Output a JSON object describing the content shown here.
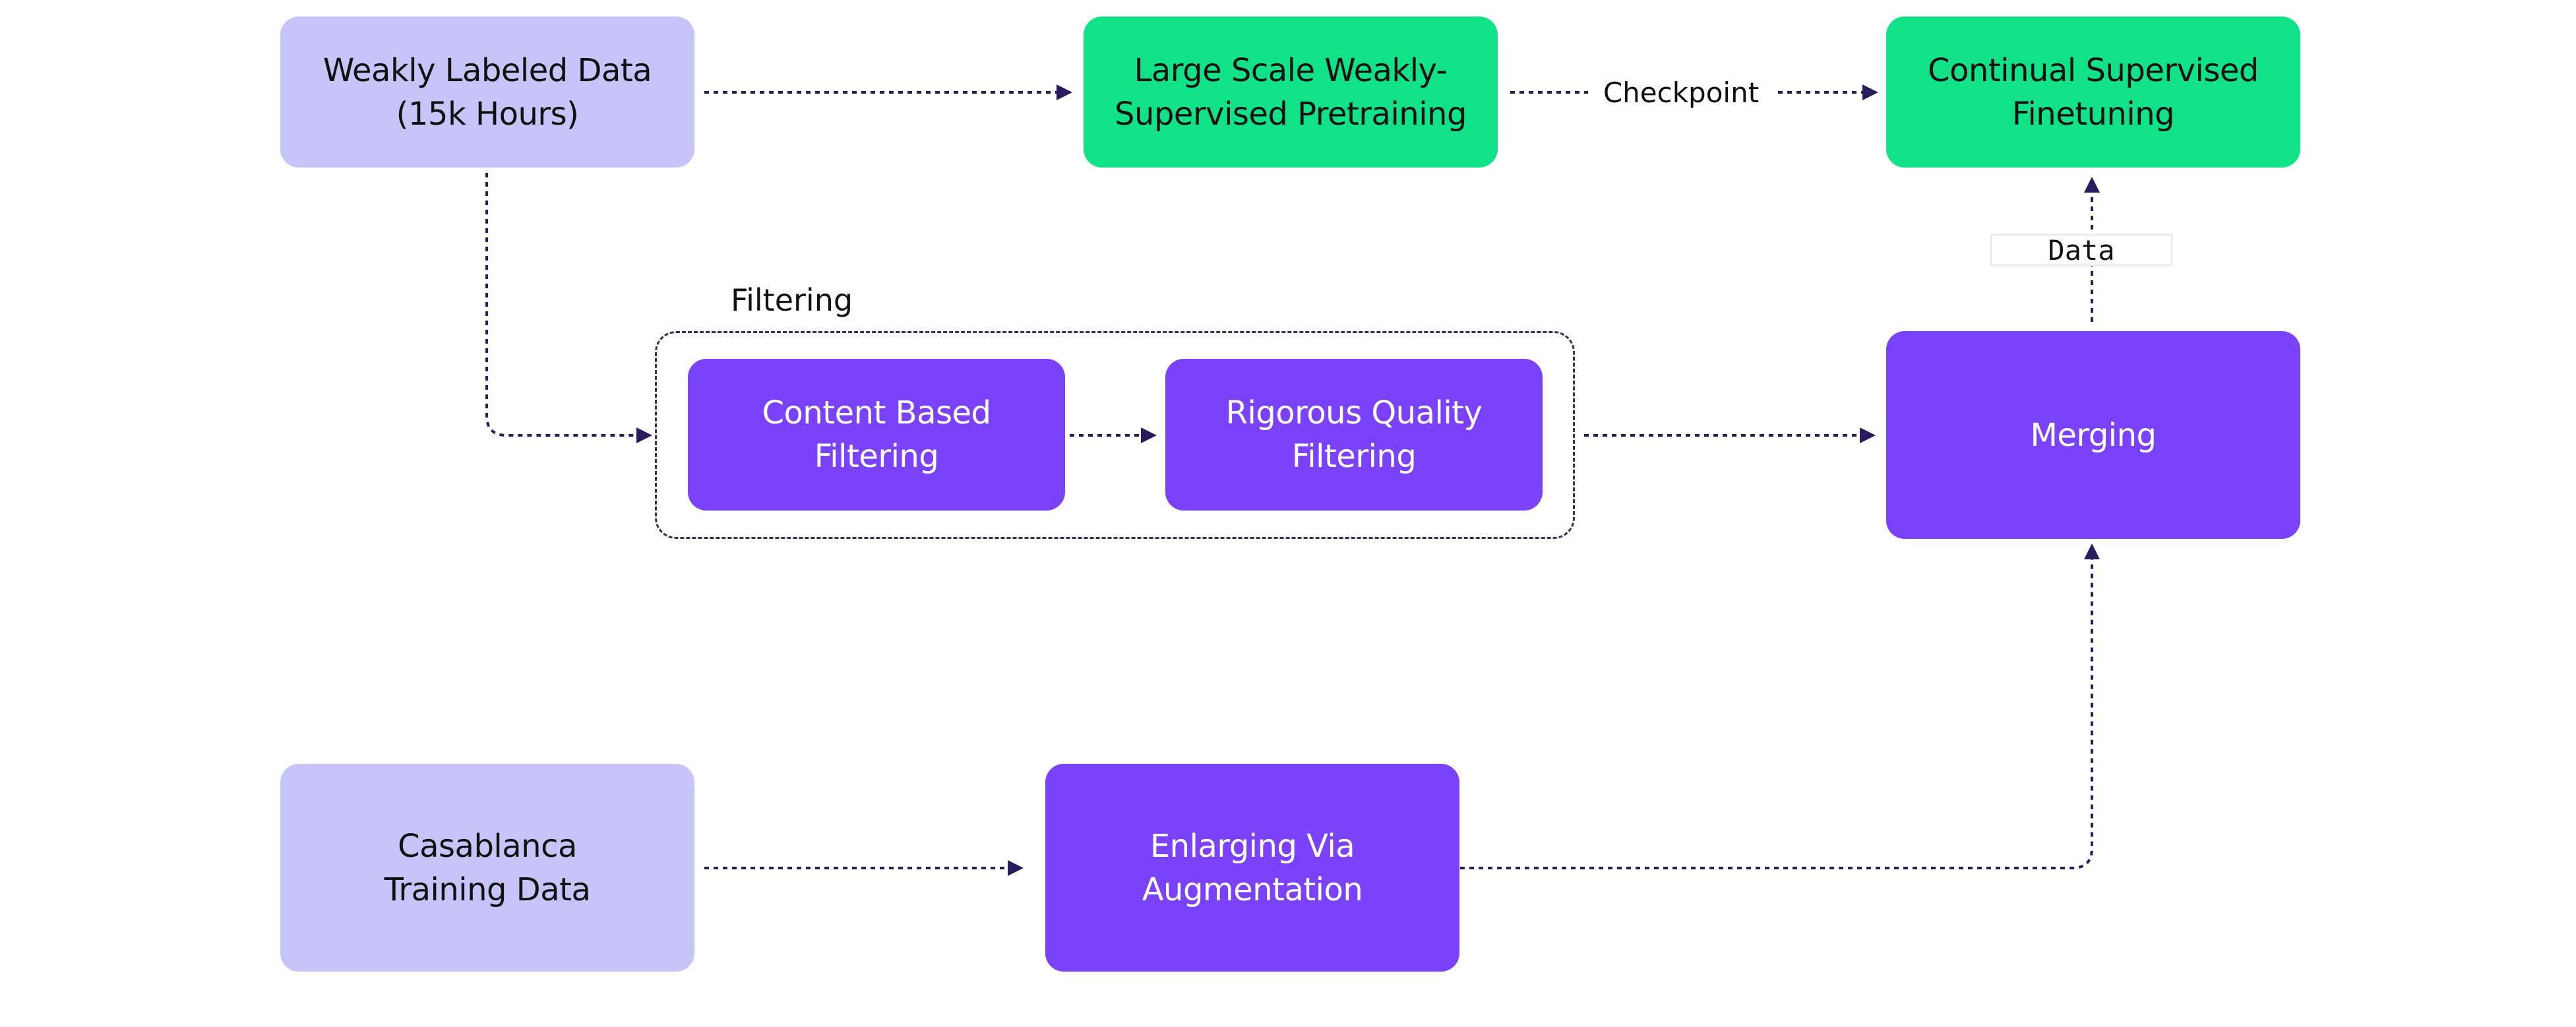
{
  "nodes": {
    "weakly_labeled": "Weakly Labeled Data\n(15k Hours)",
    "pretraining": "Large Scale Weakly-\nSupervised Pretraining",
    "finetuning": "Continual Supervised\nFinetuning",
    "content_filtering": "Content Based\nFiltering",
    "quality_filtering": "Rigorous Quality\nFiltering",
    "merging": "Merging",
    "casablanca": "Casablanca\nTraining Data",
    "augmentation": "Enlarging Via\nAugmentation"
  },
  "group": {
    "filtering_label": "Filtering"
  },
  "edge_labels": {
    "checkpoint": "Checkpoint",
    "data": "Data"
  },
  "colors": {
    "source_node": "#c6c4f9",
    "training_node": "#11e288",
    "process_node": "#7b42fc",
    "edge": "#2a1a5e"
  }
}
